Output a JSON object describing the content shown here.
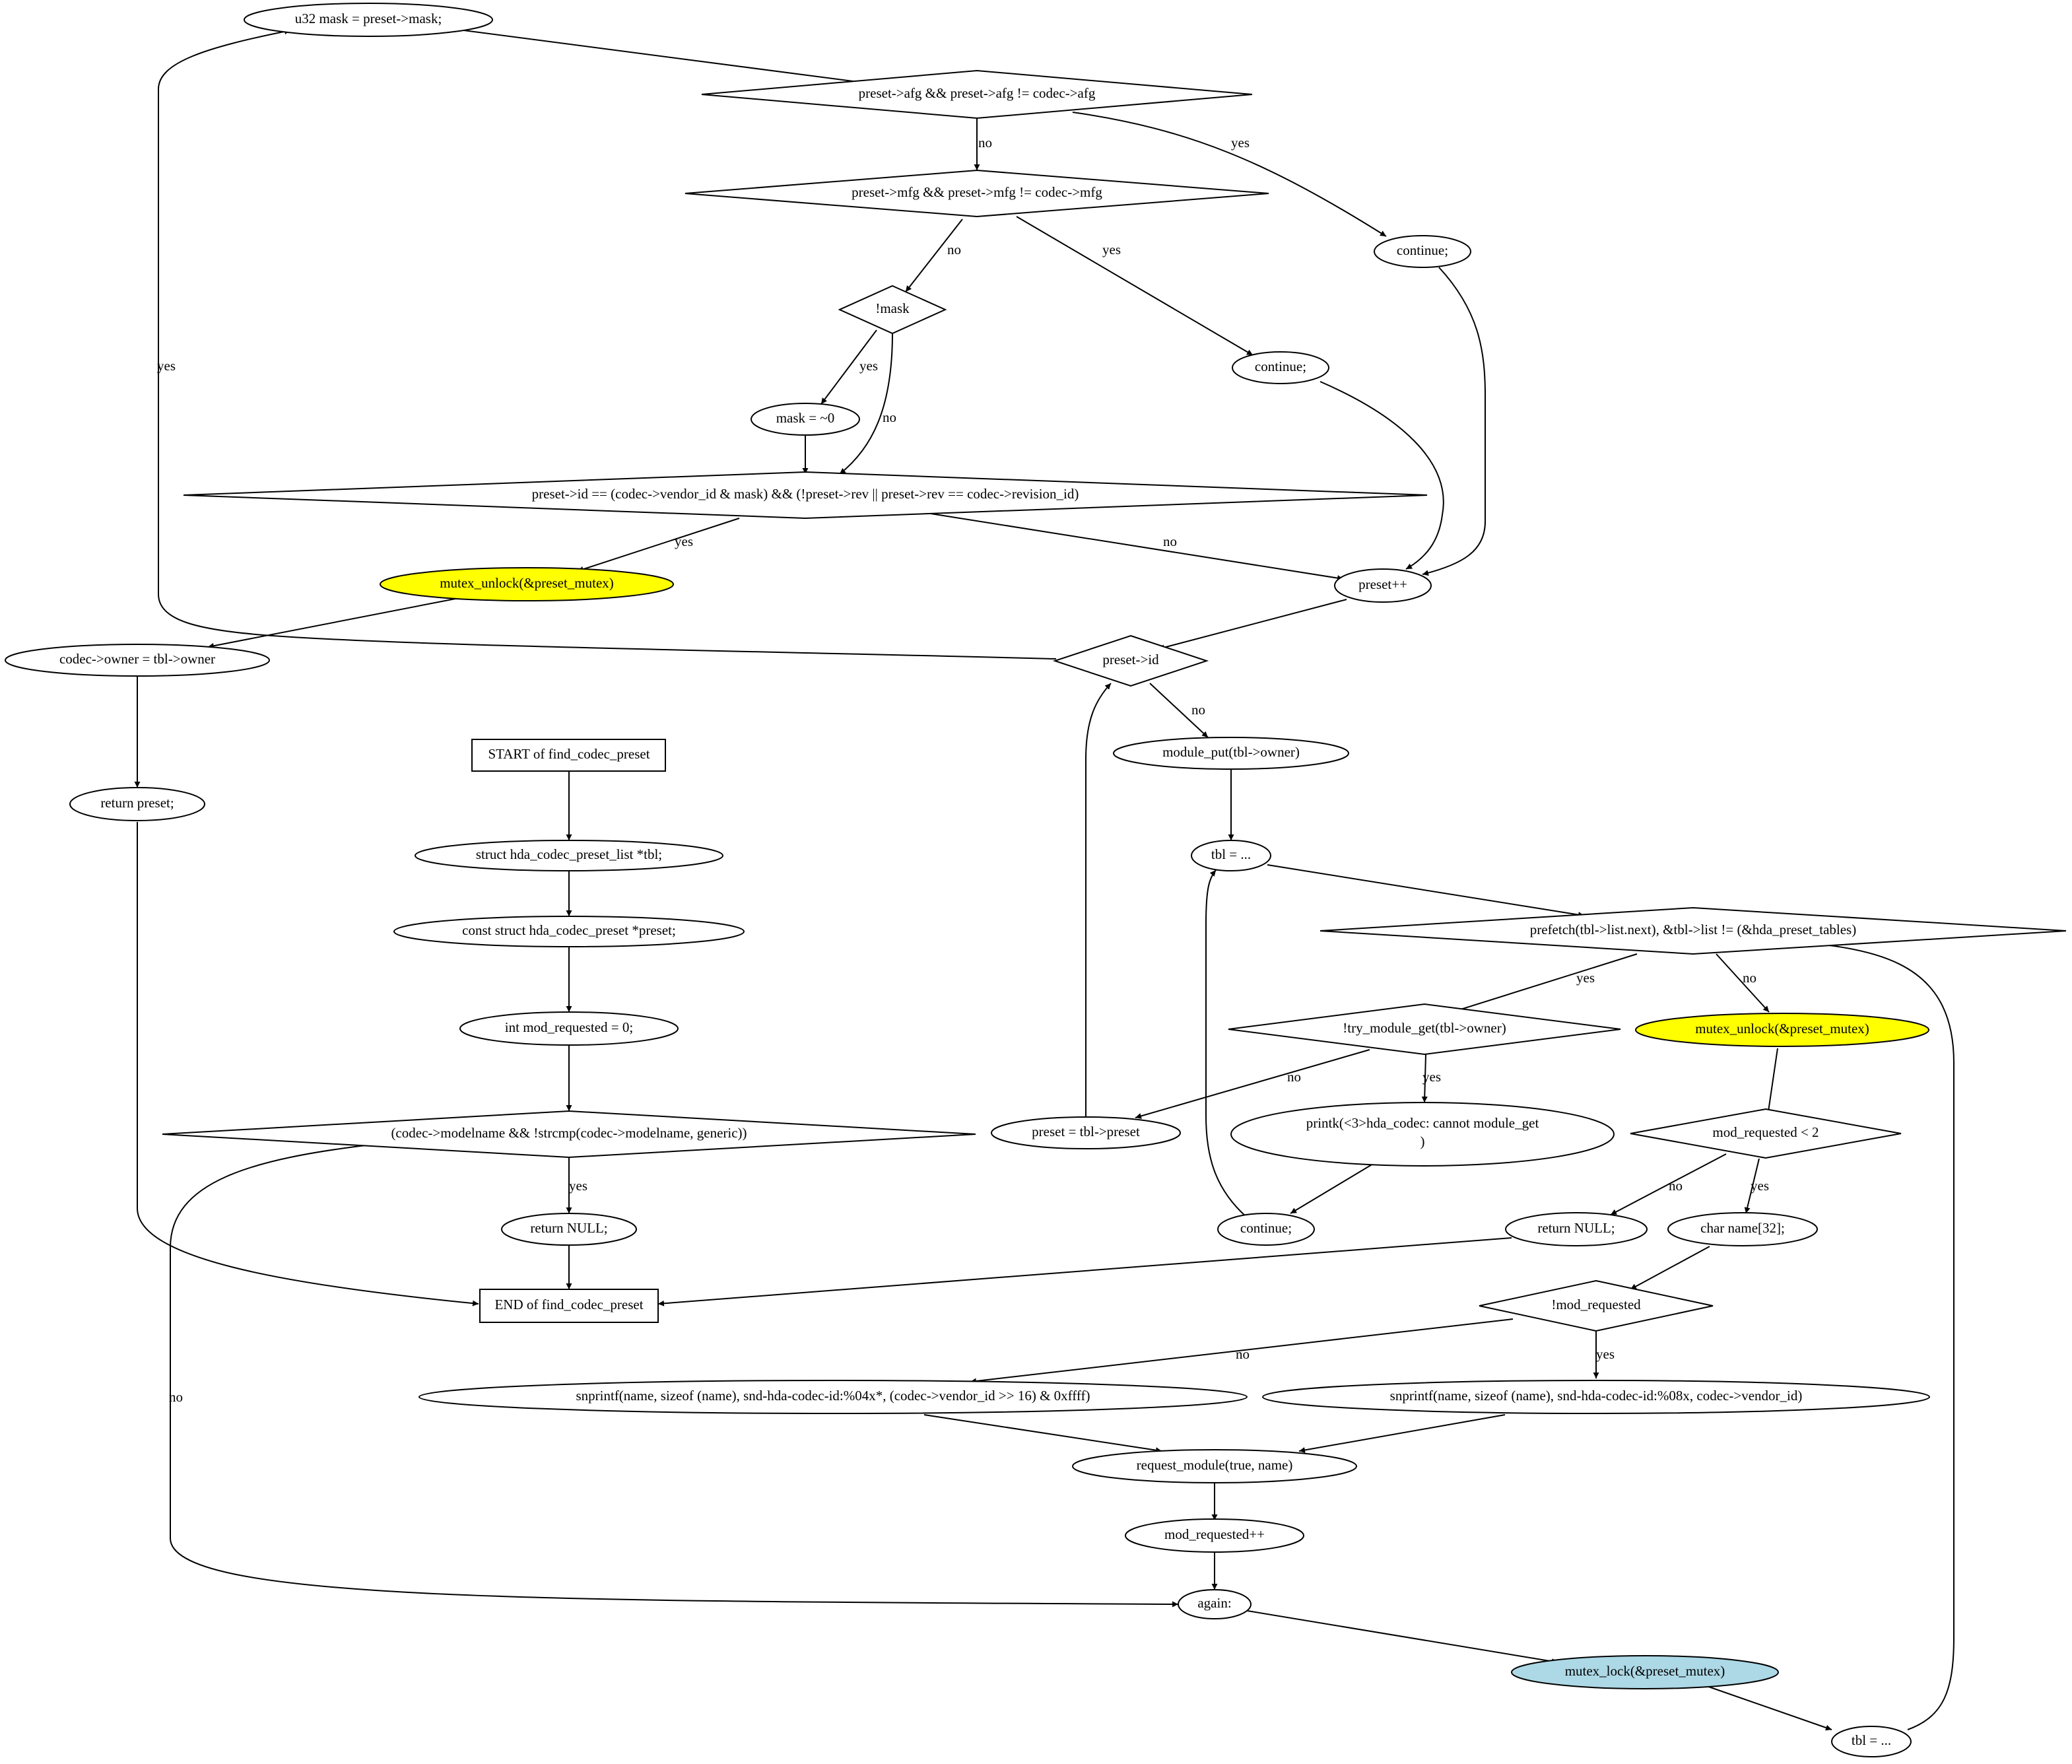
{
  "diagram": {
    "colors": {
      "stroke": "#000000",
      "background": "#ffffff",
      "unlock_fill": "#ffff00",
      "lock_fill": "#add8e6"
    },
    "nodes": {
      "start": "START of find_codec_preset",
      "decl_tbl": "struct hda_codec_preset_list *tbl;",
      "decl_preset": "const struct hda_codec_preset *preset;",
      "decl_mod": "int mod_requested = 0;",
      "cond_generic": "(codec->modelname && !strcmp(codec->modelname, generic))",
      "return_null_1": "return NULL;",
      "end": "END of find_codec_preset",
      "again": "again:",
      "mutex_lock": "mutex_lock(&preset_mutex)",
      "tbl_init": "tbl = ...",
      "cond_list": "prefetch(tbl->list.next), &tbl->list != (&hda_preset_tables)",
      "cond_try_get": "!try_module_get(tbl->owner)",
      "printk_line1": "printk(<3>hda_codec: cannot module_get",
      "printk_line2": ")",
      "continue_outer": "continue;",
      "preset_assign": "preset = tbl->preset",
      "cond_preset_id": "preset->id",
      "module_put": "module_put(tbl->owner)",
      "tbl_next": "tbl = ...",
      "mask_decl": "u32 mask = preset->mask;",
      "cond_afg": "preset->afg && preset->afg != codec->afg",
      "continue_afg": "continue;",
      "cond_mfg": "preset->mfg && preset->mfg != codec->mfg",
      "continue_mfg": "continue;",
      "cond_mask": "!mask",
      "mask_assign": "mask = ~0",
      "cond_match": "preset->id == (codec->vendor_id & mask) && (!preset->rev || preset->rev == codec->revision_id)",
      "unlock_match": "mutex_unlock(&preset_mutex)",
      "owner_assign": "codec->owner = tbl->owner",
      "return_preset": "return preset;",
      "preset_inc": "preset++",
      "unlock_end": "mutex_unlock(&preset_mutex)",
      "cond_modreq_lt": "mod_requested < 2",
      "return_null_2": "return NULL;",
      "char_name": "char name[32];",
      "cond_modreq": "!mod_requested",
      "snprintf_no": "snprintf(name, sizeof (name), snd-hda-codec-id:%04x*, (codec->vendor_id >> 16) & 0xffff)",
      "snprintf_yes": "snprintf(name, sizeof (name), snd-hda-codec-id:%08x, codec->vendor_id)",
      "request_module": "request_module(true, name)",
      "modreq_inc": "mod_requested++"
    },
    "edge_labels": {
      "yes_generic": "yes",
      "no_generic": "no",
      "yes_list": "yes",
      "no_list": "no",
      "no_try_get": "no",
      "yes_try_get": "yes",
      "no_preset_id": "no",
      "yes_preset_id": "yes",
      "no_afg": "no",
      "yes_afg": "yes",
      "no_mfg": "no",
      "yes_mfg": "yes",
      "yes_mask": "yes",
      "no_mask": "no",
      "yes_match": "yes",
      "no_match": "no",
      "no_modreq_lt": "no",
      "yes_modreq_lt": "yes",
      "no_modreq": "no",
      "yes_modreq": "yes"
    }
  }
}
